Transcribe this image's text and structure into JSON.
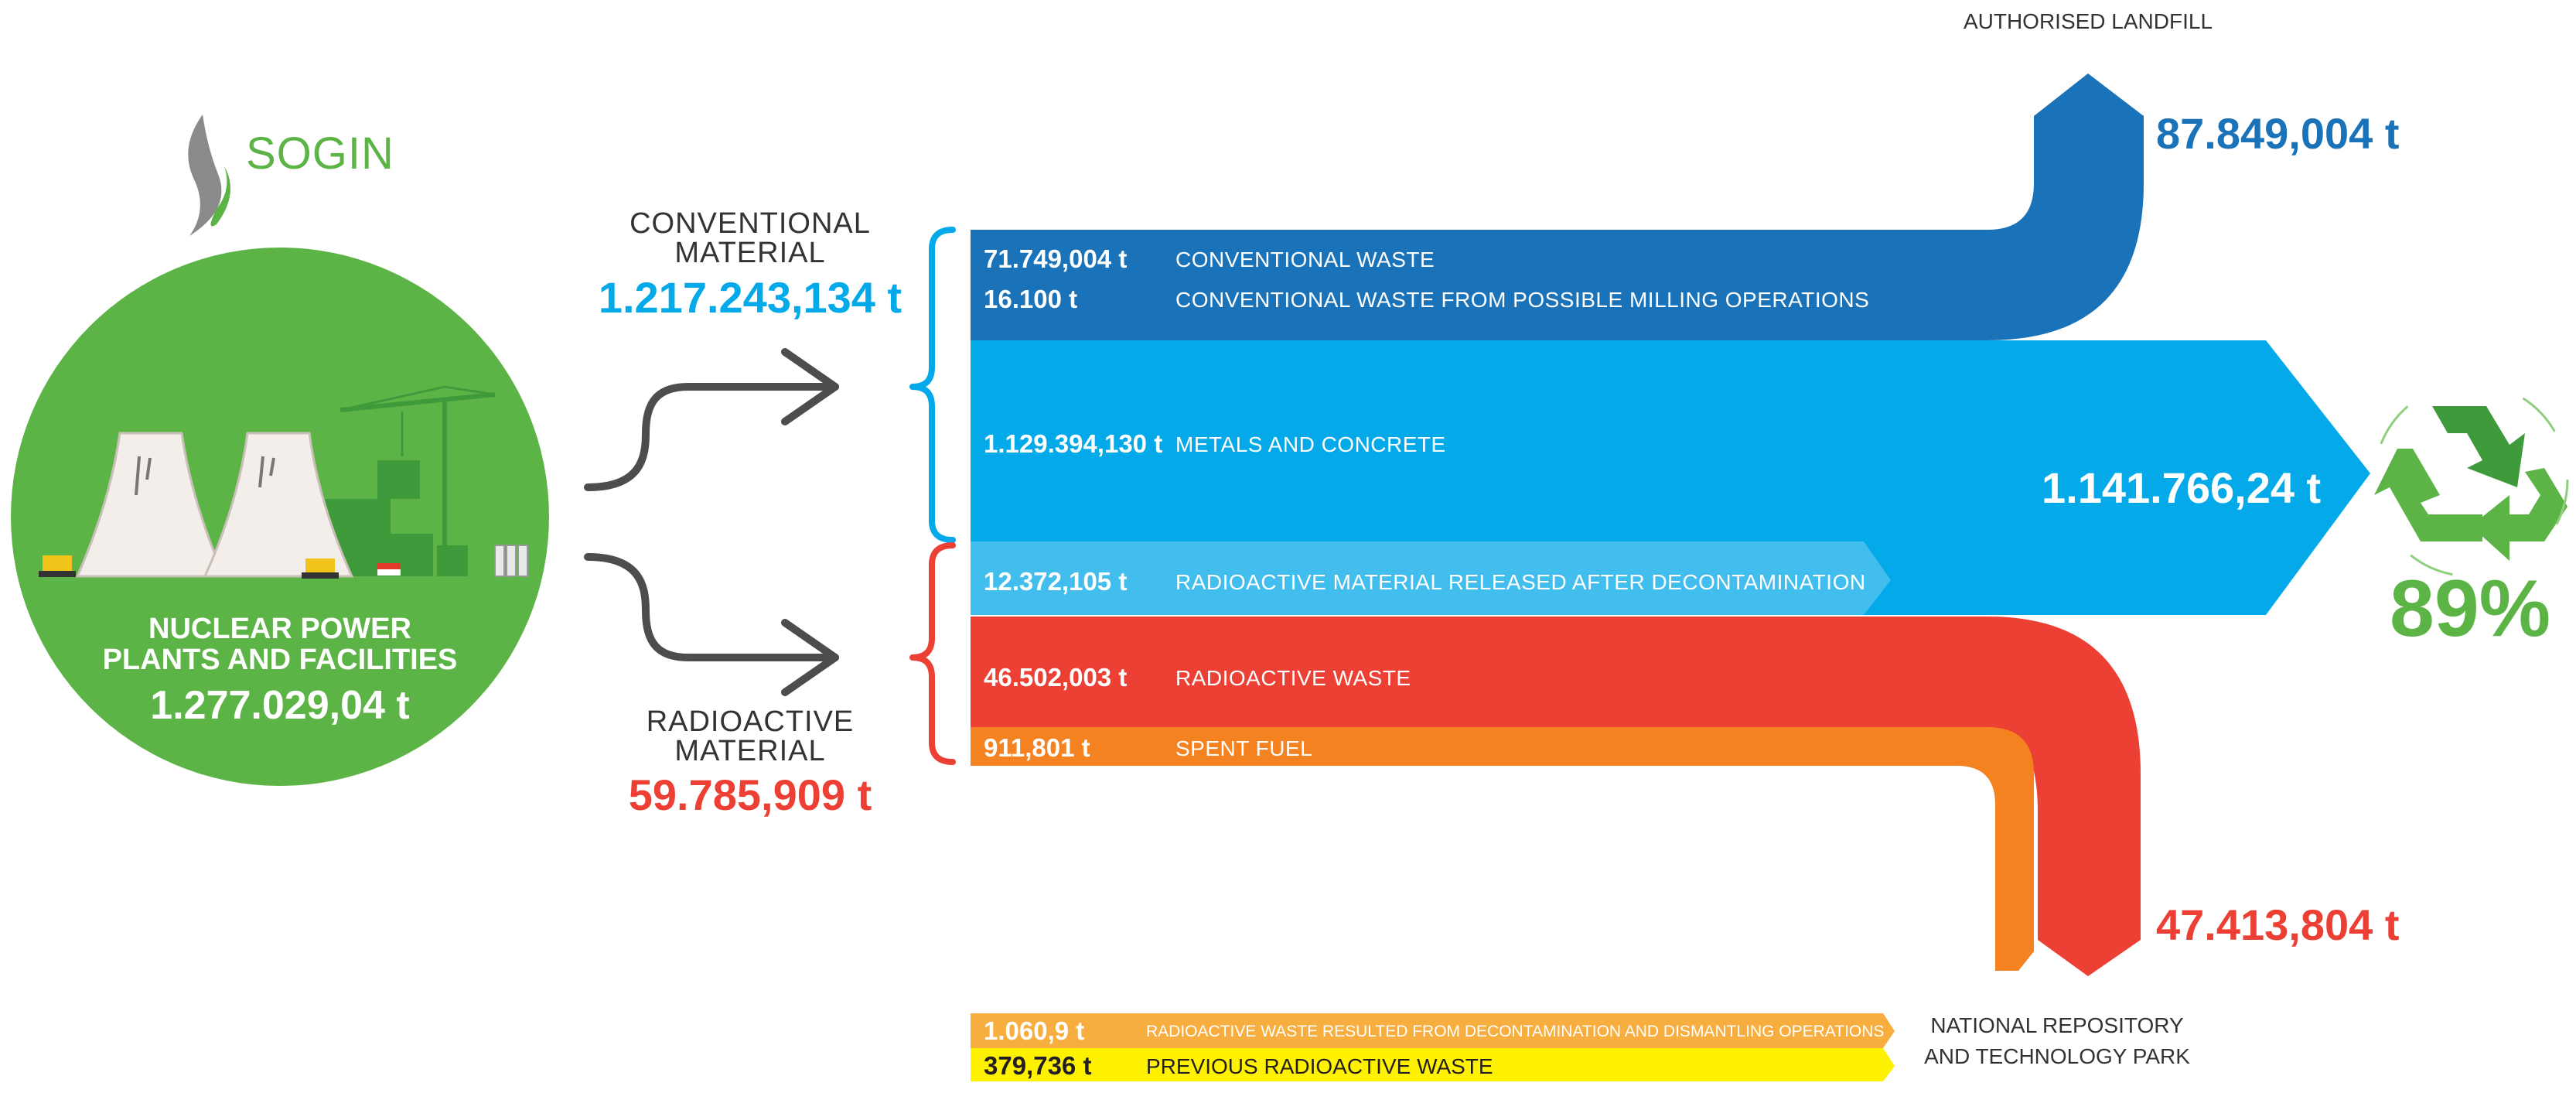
{
  "logo": {
    "text": "SOGIN"
  },
  "source": {
    "line1": "NUCLEAR POWER",
    "line2": "PLANTS AND FACILITIES",
    "total": "1.277.029,04 t"
  },
  "conventional": {
    "line1": "CONVENTIONAL",
    "line2": "MATERIAL",
    "total": "1.217.243,134 t"
  },
  "radioactive": {
    "line1": "RADIOACTIVE",
    "line2": "MATERIAL",
    "total": "59.785,909 t"
  },
  "flows": {
    "conv_waste": {
      "amount": "71.749,004 t",
      "label": "CONVENTIONAL WASTE"
    },
    "milling": {
      "amount": "16.100 t",
      "label": "CONVENTIONAL WASTE FROM POSSIBLE MILLING OPERATIONS"
    },
    "metals": {
      "amount": "1.129.394,130 t",
      "label": "METALS AND CONCRETE"
    },
    "released": {
      "amount": "12.372,105 t",
      "label": "RADIOACTIVE MATERIAL RELEASED AFTER DECONTAMINATION"
    },
    "rad_waste": {
      "amount": "46.502,003 t",
      "label": "RADIOACTIVE WASTE"
    },
    "spent_fuel": {
      "amount": "911,801 t",
      "label": "SPENT FUEL"
    },
    "decom": {
      "amount": "1.060,9 t",
      "label": "RADIOACTIVE WASTE RESULTED FROM DECONTAMINATION AND DISMANTLING OPERATIONS"
    },
    "previous": {
      "amount": "379,736 t",
      "label": "PREVIOUS RADIOACTIVE WASTE"
    }
  },
  "outputs": {
    "landfill_label": "AUTHORISED LANDFILL",
    "landfill_total": "87.849,004 t",
    "recycle_total": "1.141.766,24 t",
    "recycle_percent": "89%",
    "repository_total": "47.413,804 t",
    "repository_line1": "NATIONAL REPOSITORY",
    "repository_line2": "AND TECHNOLOGY PARK"
  },
  "colors": {
    "dark_blue": "#1a72b8",
    "light_blue": "#03a9e8",
    "pale_blue": "#41bdee",
    "red": "#ec4035",
    "orange": "#f58220",
    "yellow_orange": "#f8ae3f",
    "yellow": "#fff200",
    "green": "#5db446",
    "arrow_gray": "#4d4d4d"
  }
}
